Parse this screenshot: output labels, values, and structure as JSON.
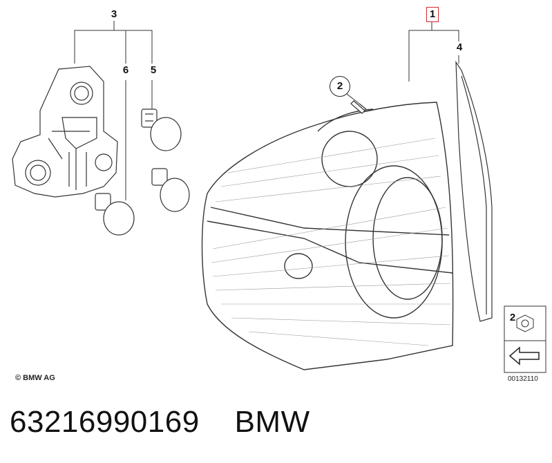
{
  "callouts": {
    "c1": "1",
    "c2a": "2",
    "c2b": "2",
    "c3": "3",
    "c4": "4",
    "c5": "5",
    "c6": "6"
  },
  "copyright": "© BMW AG",
  "diagram_number": "00132110",
  "caption": "63216990169    BMW",
  "colors": {
    "highlight_box": "#d9262c",
    "line_art": "#333333"
  }
}
